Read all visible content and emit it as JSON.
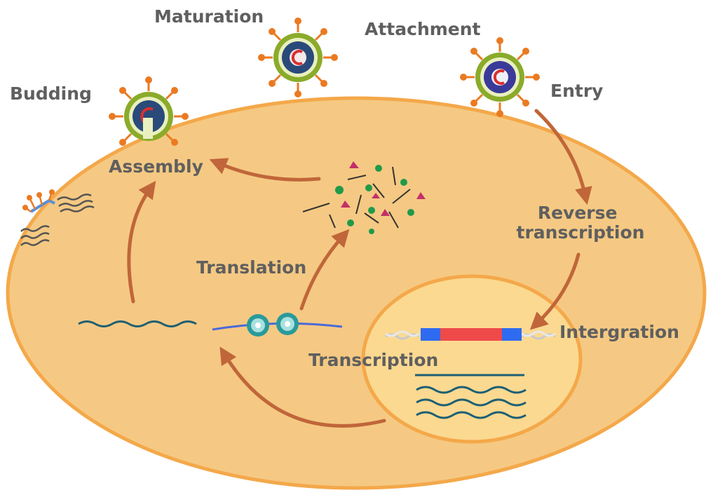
{
  "labels": {
    "maturation": "Maturation",
    "attachment": "Attachment",
    "budding": "Budding",
    "entry": "Entry",
    "assembly": "Assembly",
    "reverse_transcription_line1": "Reverse",
    "reverse_transcription_line2": "transcription",
    "translation": "Translation",
    "integration": "Intergration",
    "transcription": "Transcription"
  },
  "colors": {
    "cell_fill": "#f5c983",
    "cell_border": "#f4a84a",
    "nucleus_fill": "#fbd991",
    "arrow": "#c0663a",
    "virus_envelope": "#8aab2a",
    "virus_core": "#2a4a7a",
    "spike": "#ea7a22",
    "rna": "#1e5f73",
    "dna_red": "#ef4a4a",
    "dna_blue": "#2f6bf0"
  },
  "icons": [
    "virus-icon",
    "ribosome-icon",
    "protein-fragments-icon",
    "rna-strand-icon",
    "dna-segment-icon"
  ]
}
